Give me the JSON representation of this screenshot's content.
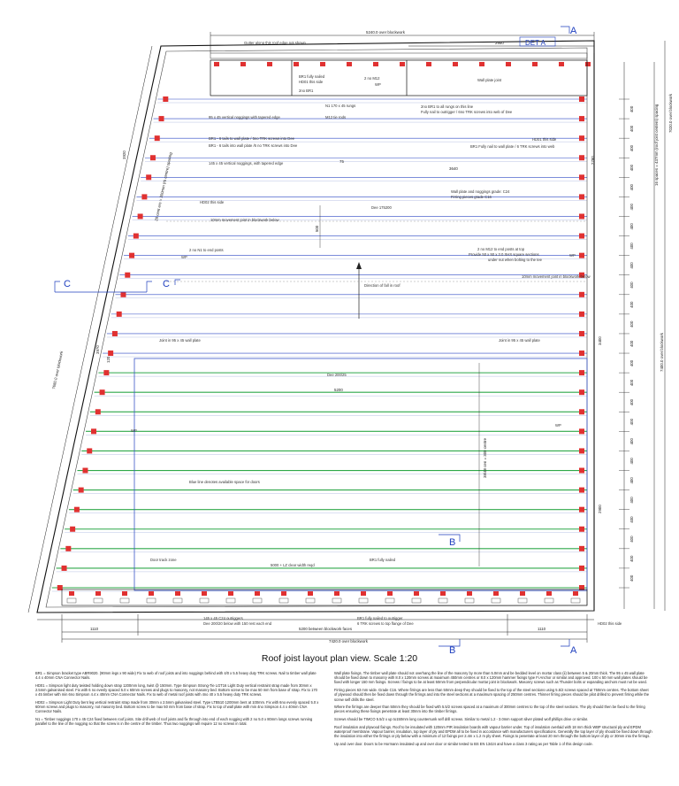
{
  "title": "Roof joist layout plan view. Scale 1:20",
  "markers": {
    "A": "A",
    "B": "B",
    "C": "C",
    "det_a": "DET A"
  },
  "dimensions": {
    "top_overall": "5240.0 over blockwork",
    "top_right": "2950",
    "bottom_overall": "7420.0 over blockwork",
    "bottom_mid": "5200 between blockwork faces",
    "bottom_left": "1110",
    "bottom_right": "1110",
    "right_overall": "7400.0 over blockwork",
    "right_span": "7020.0 over blockwork",
    "left_diag": "7680.0 over blockwork",
    "mid_5200": "5200",
    "mid_3640": "3640",
    "mid_2780": "2780",
    "mid_3920": "3920",
    "mid_3970": "3970",
    "mid_3400": "3400",
    "mid_2900": "2900",
    "mid_75": "75",
    "mid_120": "120",
    "mid_500": "500",
    "left_vert": "28 cent ers = 300mm (rb centre) spacing",
    "right_vert": "16 spaces = 437mm (roof joist centers) spacing",
    "spacings_right": [
      "400",
      "400",
      "400",
      "400",
      "400",
      "400",
      "400",
      "400",
      "400",
      "400",
      "400",
      "400",
      "400",
      "400",
      "400",
      "400",
      "400",
      "400",
      "400",
      "400",
      "400",
      "400",
      "400",
      "400",
      "400"
    ],
    "center_vert": "38/48 cen = 300 centre"
  },
  "annotations": {
    "gutter": "Gutter along this roof edge not shown",
    "br1_a": "BR1 fully nailed",
    "hd01_a": "HD01 this side",
    "br1_b": "2no BR1",
    "m12_a": "2 no M12",
    "wp_a": "WP",
    "wall_plate_joint": "Wall plate joint",
    "n1_a": "N1 170 x 45 rungs",
    "m12_rods": "M12 tie rods",
    "br1_c": "2no BR1 to all rungs on this line",
    "fully_nail": "Fully nail to outrigger / 6no TRK screws into web of Dee",
    "noggings_a": "95 x 45 vertical noggings with tapered edge",
    "br1_tails": "BR1 - 6 tails to wall plate / 5no TRK screws into Dee",
    "br1_tails_b": "BR1 - 6 tails into wall plate /6 no TRK screws into Dee",
    "hd01_b": "HD01 this side",
    "br1_rh": "BR1 Fully nail to wall plate / 6 TRK screws into web",
    "noggings_b": "145 x 45 vertical noggings, with tapered edge",
    "hd02": "HD02 this side",
    "wall_plate_grade": "Wall plate and noggings grade: C24",
    "firring_grade": "Firring pieces grade C16",
    "dee_a": "Dee 175200",
    "movement_a": "10mm movement joint in blockwork below",
    "n1_b": "2 no N1 to end posts",
    "wp_b": "WP",
    "m12_b": "2 no M12 to end posts at top",
    "provide": "Provide 50 x 50 x 3.0 SHS square sections",
    "under_nut": "under nut when bolting to the tee",
    "wp_c": "WP",
    "movement_b": "10mm movement joint in blockwork below",
    "fall": "Direction of fall in roof",
    "joint_left": "Joint in 95 x 45 wall plate",
    "joint_right": "Joint in 95 x 45 wall plate",
    "dee_b": "Dee 200/25",
    "wp_d": "WP",
    "wp_e": "WP",
    "blue_line": "Blue line denotes available space for doors",
    "door_track": "Door track zone",
    "clear_width": "5000 + LZ clear width reqd",
    "br1_bottom": "BR1 fully nailed",
    "c24_outrigger": "145 x 45 C24 outriggers",
    "dee_c": "Dee 200/20 below with 150 rest each end",
    "br1_outrigger": "BR1 fully nailed to outrigger",
    "trk_flange": "6 TRK screws to top flange of Dee",
    "hd02_b": "HD02 this side"
  },
  "notes_left": [
    "BR1 = Simpson bracket type ABR9020. (90mm legs x 90 wide) Fix to web of roof joists and into noggings behind with 4/0 x 5.5 heavy duty TRK screws. Nail to timber wall plate 4.4 x 40mm CNA Connector Nails.",
    "HD01 = Simpson light duty twisted holding down strap 1200mm long, twist @ 150mm. Type Simpson Strong-Tie LGT16 Light Duty vertical restraint strap made from 30mm x 2.5mm galvanised steel. Fix with 6 no evenly spaced 5.0 x 60mm screws and plugs to masonry, not masonry bed. Bottom screw to be max 50 mm from base of strap. Fix to 170 x 45 timber with min 6no Simpson 4.4 x 40mm CNA Connector Nails. Fix to web of metal roof joists with 4no 40 x 5.5 heavy duty TRK screws.",
    "HD02 = Simpson Light Duty bent leg vertical restraint strap made from 30mm x 2.5mm galvanised steel. Type LTB510 1200mm bent at 100mm. Fix with 6no evenly spaced 5.0 x 60mm screws and plugs to masonry, not masonry bed. Bottom screw to be max 50 mm from base of strap. Fix to top of wall plate with min 4no Simpson 4.4 x 40mm CNA Connector Nails.",
    "N1 = Timber noggings 170 x 45 C24 fixed between roof joists. Site drill web of roof joists and fix through into end of each nogging with 2 no 5.0 x 80mm longs screws running parallel to the line of the nogging so that the screw is in the centre of the timber. Thus two noggings will require 12 no screws in total."
  ],
  "notes_right": [
    "Wall plate fixings. The timber wall plate should not overhang the line of the masonry by more than 5.0mm and be bedded level on mortar class (ii) between 5 & 20mm thick. The 95 x 45 wall plate should be fixed down to masonry with 8.0 x 120mm screws at maximum 450mm centres or 8.0 x 120mm hammer fixings type Fi Anchor or similar and approved. 100 x 50 mm wall plates should be fixed with longer 150 mm fixings. Screws / fixings to be at least 50mm from perpendicular mortar joint in blockwork. Masonry screws such as Thunder bolts or expanding anchors must not be used.",
    "Firring pieces 63 mm wide. Grade C16. Where firrings are less than 50mm deep they should be fixed to the top of the steel sections using 5.5/2 screws spaced at 750mm centres. The bottom sheet of plywood should then be fixed down through the firrings and into the steel sections at a maximum spacing of 250mm centres. Thinner firring pieces should be pilot drilled to prevent firring while the screw self drills the steel.",
    "Where the firrings are deeper than 50mm they should be fixed with 5.5/2 screws spaced at a maximum of 300mm centres to the top of the steel sections. The ply should then be fixed to the firring pieces ensuring these fixings penetrate at least 30mm into the timber firrings.",
    "Screws should be TIMCO 5.5/2 x up to150mm long countersunk self drill screws. Similar to metal 1.2 - 3.0mm support silver plated wolf phillips drive or similar.",
    "Roof insulation and plywood fixings. Roof to be insulated with 120mm PIR insulation boards with vapour barrier under. Top of insulation overlaid with 18 mm thick WBP structural ply and EPDM waterproof membrane. Vapour barrier, insulation, top layer of ply and EPDM all to be fixed in accordance with manufacturers specifications. Generally the top layer of ply should be fixed down through the insulation into either the firrings or ply below with a minimum of 12 fixings per 2.4m x 1.2 m ply sheet. Fixings to penetrate at least 20 mm through the bottom layer of ply or 30mm into the firrings.",
    "Up and over door. Doors to be Hormann insulated up and over door or similar tested to BS EN 13424 and have a class 3 rating as per Table 1 of this design code."
  ]
}
